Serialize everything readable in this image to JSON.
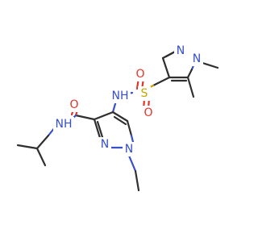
{
  "atom_labels": {
    "n_pz_top_a": "N",
    "n_pz_top_b": "N",
    "s_sulfonyl": "S",
    "o_sulfonyl_top": "O",
    "o_sulfonyl_bottom": "O",
    "nh_sulfonamide": "NH",
    "o_amide": "O",
    "nh_amide": "NH",
    "n_pz_bot_a": "N",
    "n_pz_bot_b": "N"
  },
  "colors": {
    "carbon": "#2f2f2f",
    "nitrogen": "#3550c8",
    "oxygen": "#e3342a",
    "sulfur": "#c7a400",
    "background": "#ffffff"
  }
}
